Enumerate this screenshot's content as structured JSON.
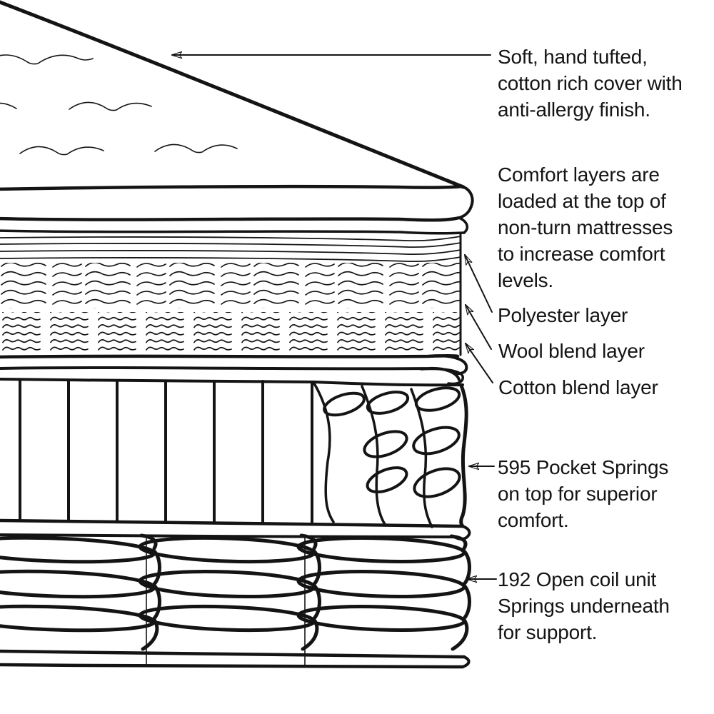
{
  "colors": {
    "ink": "#141414",
    "background": "#ffffff"
  },
  "labels": {
    "cover": "Soft, hand tufted,\ncotton rich cover with\nanti-allergy finish.",
    "comfort_note": "Comfort layers are\nloaded at the top of\nnon-turn mattresses\nto increase comfort\nlevels.",
    "polyester": "Polyester layer",
    "wool": "Wool blend layer",
    "cotton": "Cotton blend layer",
    "pocket_springs": "595 Pocket Springs\non top for superior\ncomfort.",
    "open_coil": "192 Open coil unit\nSprings underneath\nfor support."
  }
}
